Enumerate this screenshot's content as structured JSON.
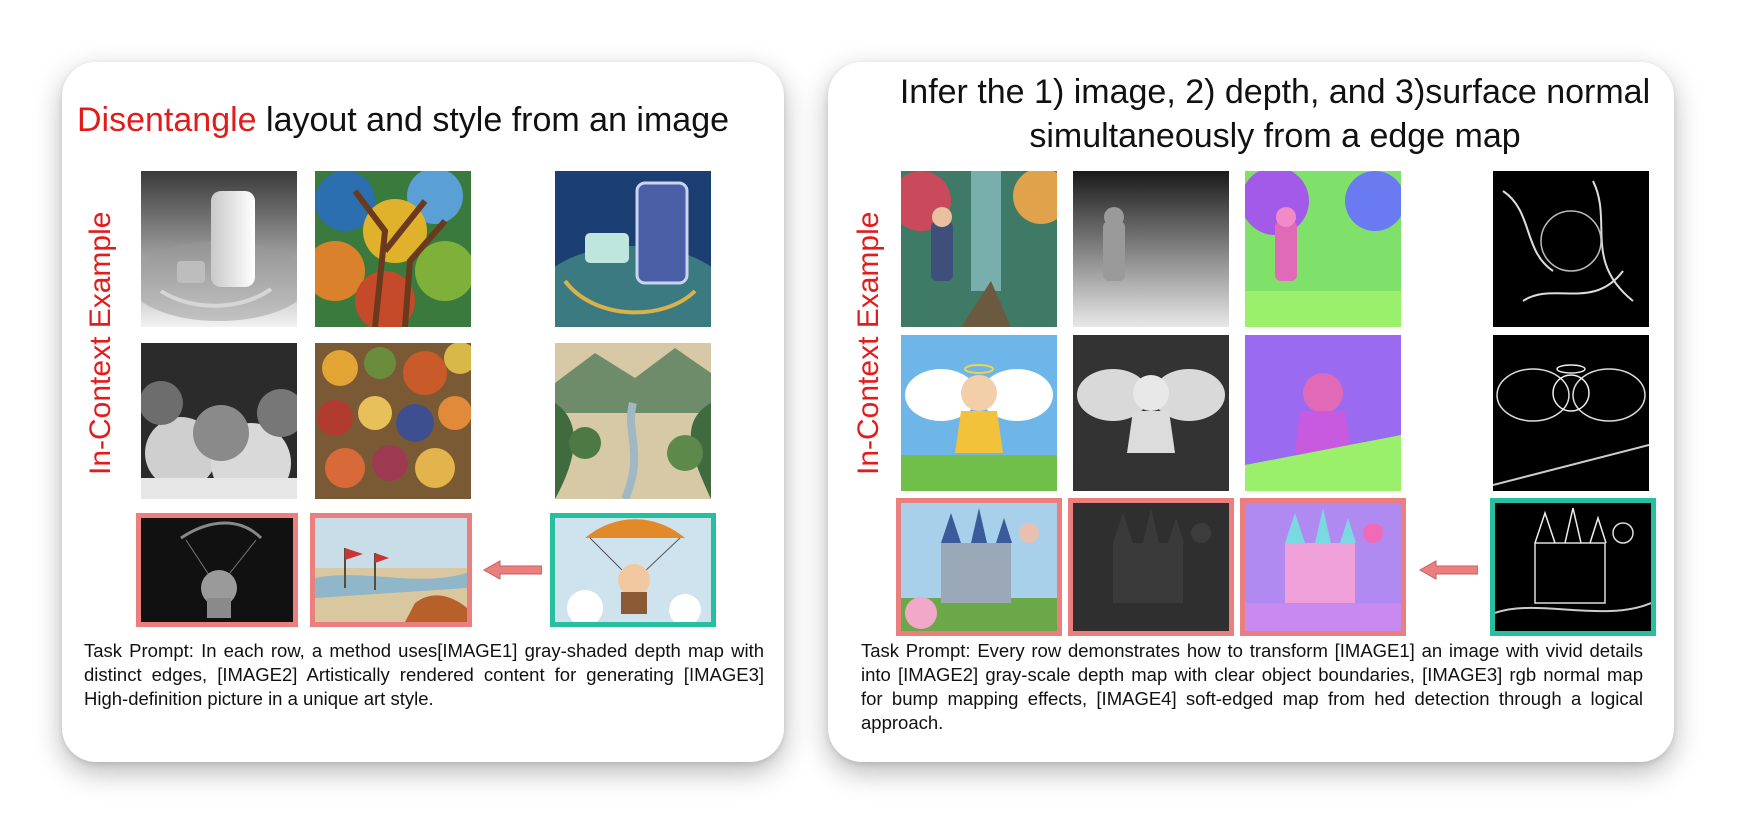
{
  "left": {
    "title_highlight": "Disentangle",
    "title_rest": " layout and style from an image",
    "side_label": "In-Context Example",
    "prompt": "Task Prompt: In each row, a method uses[IMAGE1] gray-shaded depth map with distinct edges, [IMAGE2] Artistically rendered content for generating [IMAGE3] High-definition picture in a unique art style."
  },
  "right": {
    "title": "Infer the 1) image, 2) depth, and 3)surface normal simultaneously from a edge map",
    "side_label": "In-Context Example",
    "prompt": "Task Prompt: Every row demonstrates how to transform [IMAGE1] an image with vivid details into [IMAGE2] gray-scale depth map with clear object boundaries, [IMAGE3] rgb normal map for bump mapping effects, [IMAGE4] soft-edged map from hed detection through a logical approach."
  },
  "colors": {
    "highlight": "#e41b1b",
    "output_frame": "#eb7f7e",
    "query_frame": "#27bf9f",
    "arrow": "#eb7f7e"
  }
}
